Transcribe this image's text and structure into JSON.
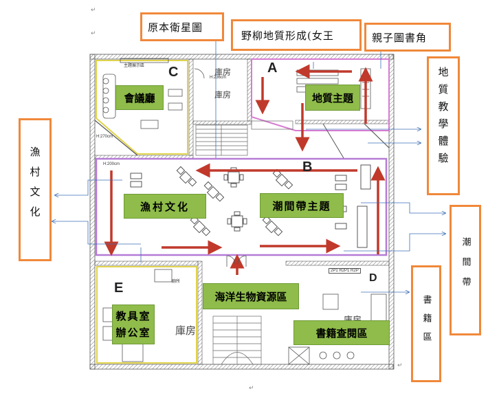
{
  "callouts": {
    "top_left": "原本衛星圖",
    "top_mid": "野柳地質形成(女王",
    "top_right": "親子圖書角",
    "right_geo": "地質教學體驗",
    "left_fishing": "漁村文化",
    "right_intertidal": "潮間帶",
    "right_books": "書籍區"
  },
  "room_labels": {
    "meeting": "會議廳",
    "geology": "地質主題",
    "fishing": "漁村文化",
    "intertidal": "潮間帶主題",
    "marine": "海洋生物資源區",
    "teachers": "教具室辦公室",
    "reading": "書籍查閱區"
  },
  "zones": [
    "A",
    "B",
    "C",
    "D",
    "E"
  ],
  "plan_text": {
    "storage": "庫房",
    "storage_2": "庫房",
    "storage_3": "庫房",
    "storage_4": "庫房",
    "toilet": "廁所",
    "h_270": "H:270cm",
    "h_236": "H:236cm",
    "h_200": "H:200cm",
    "b2_plate": "2P1 R2P1 R2P",
    "c_title": "主題展示區"
  },
  "paragraph_mark": "↵"
}
